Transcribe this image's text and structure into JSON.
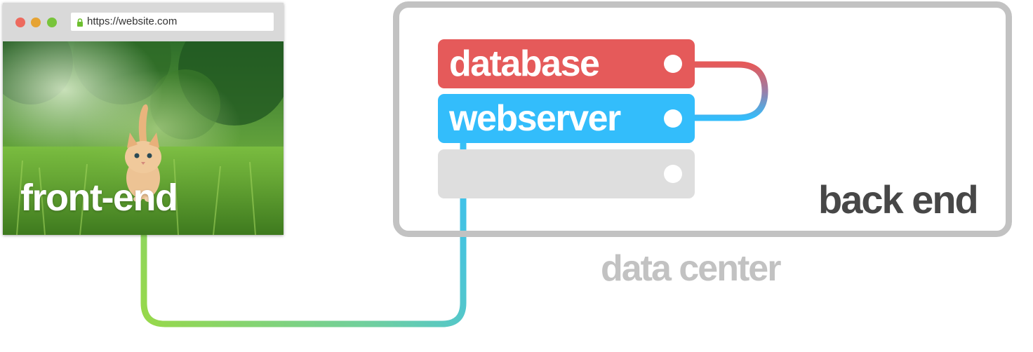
{
  "browser": {
    "url": "https://website.com",
    "label": "front-end",
    "controls": [
      "close",
      "minimize",
      "maximize"
    ],
    "image": "kitten-in-grass"
  },
  "data_center": {
    "title": "data center",
    "region_label": "back end",
    "servers": [
      {
        "label": "database",
        "color": "#e55a5a"
      },
      {
        "label": "webserver",
        "color": "#33bdfb"
      },
      {
        "label": "",
        "color": "#dedede"
      }
    ]
  },
  "connections": [
    {
      "from": "webserver",
      "to": "database"
    },
    {
      "from": "front-end",
      "to": "webserver"
    }
  ],
  "colors": {
    "database": "#e55a5a",
    "webserver": "#33bdfb",
    "empty_server": "#dedede",
    "frame": "#c2c2c2",
    "backend_text": "#474747",
    "frontend_link": "#8ed653",
    "traffic_red": "#ed6a5e",
    "traffic_yellow": "#e6a333",
    "traffic_green": "#78c43b",
    "lock": "#6dbf2f"
  }
}
